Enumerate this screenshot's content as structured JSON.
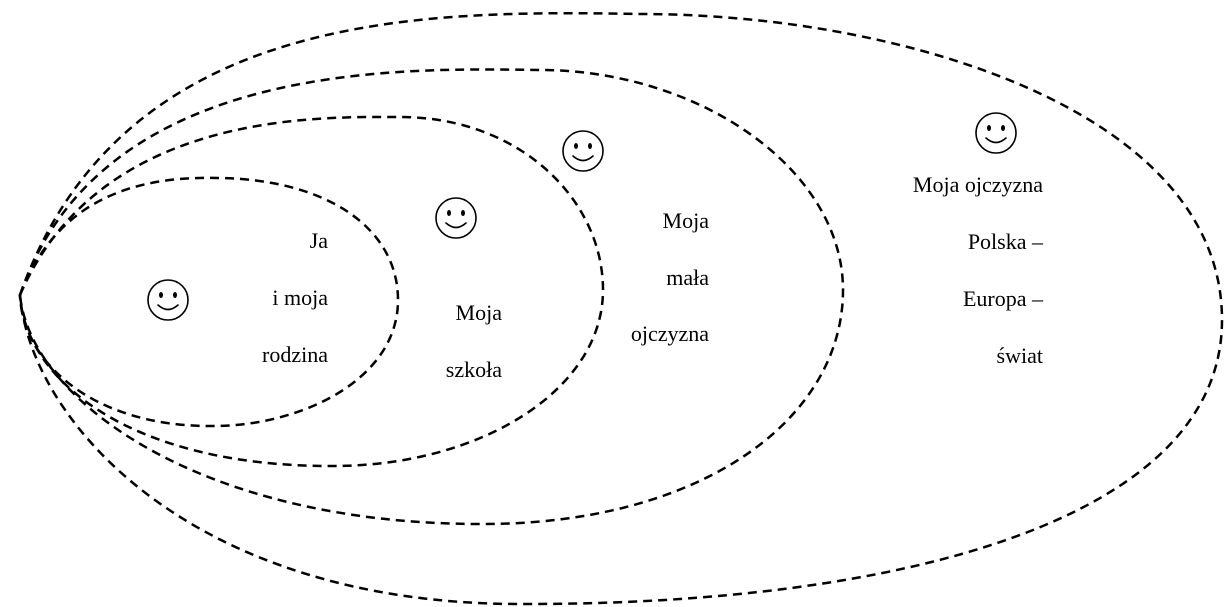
{
  "diagram": {
    "type": "nested-circles",
    "line_style": "dashed",
    "line_color": "#000000",
    "background": "#ffffff",
    "rings": [
      {
        "id": "family",
        "icon": "smiley-icon",
        "label_lines": [
          "Ja",
          "i moja",
          "rodzina"
        ]
      },
      {
        "id": "school",
        "icon": "smiley-icon",
        "label_lines": [
          "Moja",
          "szkoła"
        ]
      },
      {
        "id": "small-homeland",
        "icon": "smiley-icon",
        "label_lines": [
          "Moja",
          "mała",
          "ojczyzna"
        ]
      },
      {
        "id": "homeland",
        "icon": "smiley-icon",
        "label_lines": [
          "Moja ojczyzna",
          "Polska –",
          "Europa –",
          "świat"
        ]
      }
    ]
  }
}
